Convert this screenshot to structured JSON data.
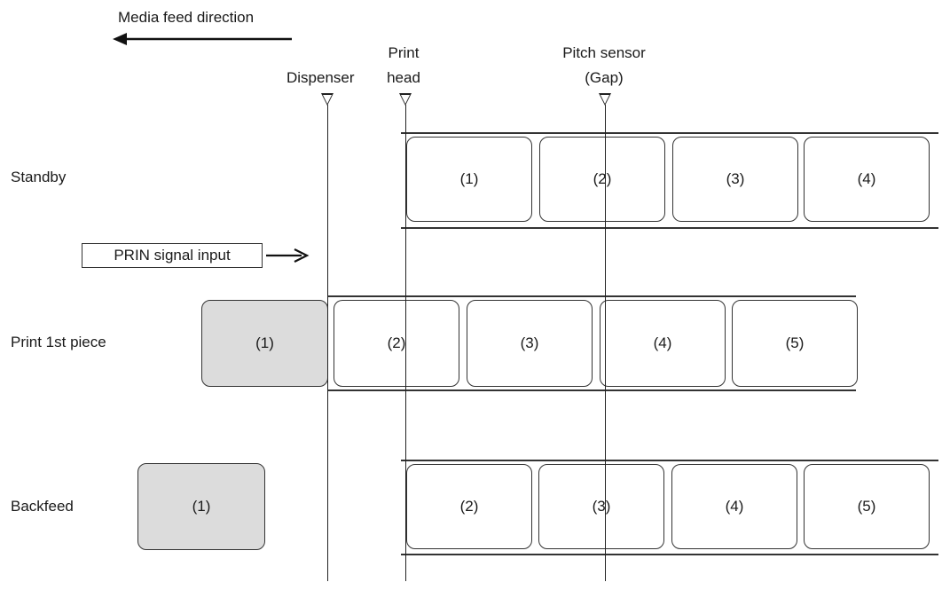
{
  "direction": {
    "text": "Media feed direction"
  },
  "markers": {
    "dispenser": "Dispenser",
    "print_head_line1": "Print",
    "print_head_line2": "head",
    "pitch_sensor_line1": "Pitch sensor",
    "pitch_sensor_line2": "(Gap)"
  },
  "rows": {
    "standby": {
      "title": "Standby",
      "labels": [
        "(1)",
        "(2)",
        "(3)",
        "(4)"
      ]
    },
    "print": {
      "title": "Print 1st piece",
      "dispensed": "(1)",
      "labels": [
        "(2)",
        "(3)",
        "(4)",
        "(5)"
      ]
    },
    "backfeed": {
      "title": "Backfeed",
      "dispensed": "(1)",
      "labels": [
        "(2)",
        "(3)",
        "(4)",
        "(5)"
      ]
    }
  },
  "signal": {
    "text": "PRIN signal input"
  },
  "colors": {
    "line": "#222222",
    "dispensed_fill": "#dcdcdc"
  }
}
